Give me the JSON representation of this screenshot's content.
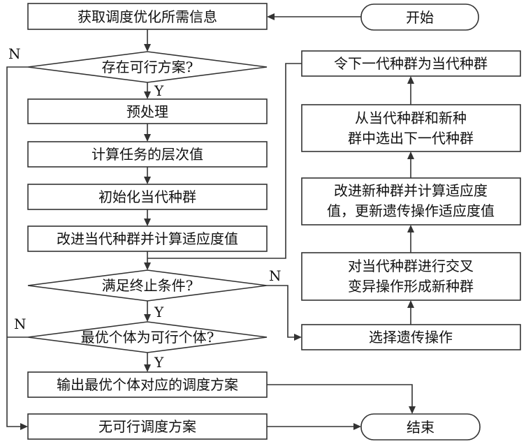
{
  "nodes": {
    "start": "开始",
    "get_info": "获取调度优化所需信息",
    "feasible_q": "存在可行方案?",
    "preprocess": "预处理",
    "level": "计算任务的层次值",
    "init_pop": "初始化当代种群",
    "improve_pop": "改进当代种群并计算适应度值",
    "stop_q": "满足终止条件?",
    "best_q": "最优个体为可行个体?",
    "output": "输出最优个体对应的调度方案",
    "no_plan": "无可行调度方案",
    "end": "结束",
    "select_op": "选择遗传操作",
    "crossover_l1": "对当代种群进行交叉",
    "crossover_l2": "变异操作形成新种群",
    "improve_new_l1": "改进新种群并计算适应度",
    "improve_new_l2": "值，更新遗传操作适应度值",
    "select_next_l1": "从当代种群和新种",
    "select_next_l2": "群中选出下一代种群",
    "next_gen": "令下一代种群为当代种群"
  },
  "labels": {
    "feasible_no": "N",
    "feasible_yes": "Y",
    "stop_no": "N",
    "stop_yes": "Y",
    "best_no": "N",
    "best_yes": "Y"
  }
}
